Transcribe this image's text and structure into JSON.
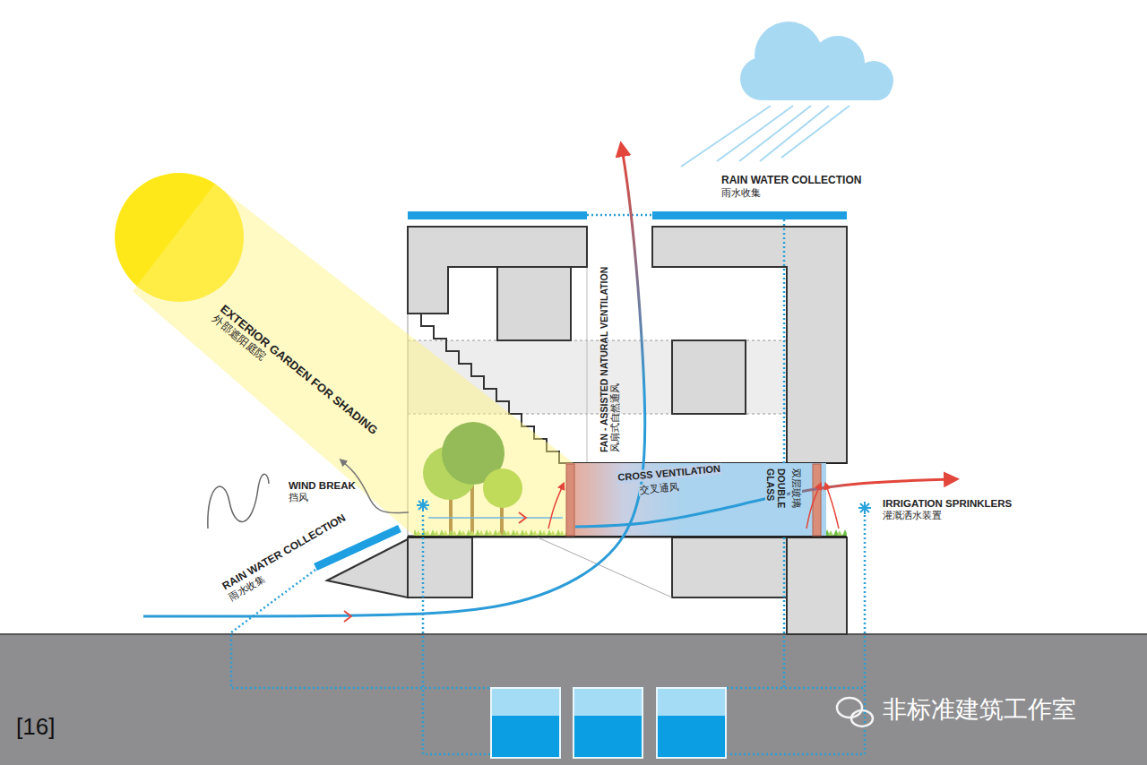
{
  "diagram": {
    "nodes": [
      {
        "text": [
          "CROSS VENTILATION",
          "交叉通风",
          "DOUBLE GLASS",
          "双层玻璃"
        ]
      }
    ],
    "labels": [
      "RAIN WATER COLLECTION",
      "雨水收集",
      "EXTERIOR GARDEN FOR SHADING",
      "外部遮阳庭院",
      "FAN - ASSISTED NATURAL VENTILATION",
      "风扇式自然通风",
      "WIND BREAK",
      "挡风",
      "IRRIGATION SPRINKLERS",
      "灌溉洒水装置",
      "RAIN WATER COLLECTION",
      "雨水收集",
      "[16]",
      "非标准建筑工作室"
    ]
  }
}
